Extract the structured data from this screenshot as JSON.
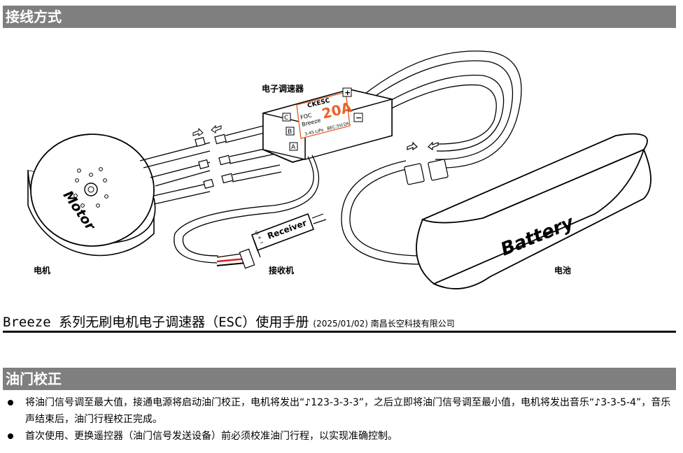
{
  "sections": {
    "wiring_title": "接线方式",
    "calibration_title": "油门校正"
  },
  "diagram": {
    "esc_label": "电子调速器",
    "motor_label": "电机",
    "receiver_label": "接收机",
    "battery_label": "电池",
    "esc_brand": "CKESC",
    "esc_model_line1": "FOC",
    "esc_model_line2": "Breeze",
    "esc_current": "20A",
    "esc_spec_cells": "3-4S LiPo",
    "esc_spec_bec": "BEC:5V/2A",
    "port_c": "C",
    "port_b": "B",
    "port_a": "A",
    "plus_sign": "+",
    "minus_sign": "−",
    "motor_text": "Motor",
    "receiver_text": "Receiver",
    "battery_text": "Battery",
    "receiver_pin_s": "S",
    "receiver_pin_plus": "+",
    "receiver_pin_minus": "−"
  },
  "footer": {
    "title": "Breeze 系列无刷电机电子调速器（ESC）使用手册",
    "meta": "(2025/01/02) 南昌长空科技有限公司"
  },
  "bullets": [
    "将油门信号调至最大值，接通电源将启动油门校正，电机将发出“♪123-3-3-3”，之后立即将油门信号调至最小值，电机将发出音乐“♪3-3-5-4”，音乐声结束后，油门行程校正完成。",
    "首次使用、更换遥控器（油门信号发送设备）前必须校准油门行程，以实现准确控制。"
  ],
  "colors": {
    "section_bar": "#7f7f7f",
    "esc_accent": "#e8632a",
    "receiver_wire_red": "#e02020"
  }
}
